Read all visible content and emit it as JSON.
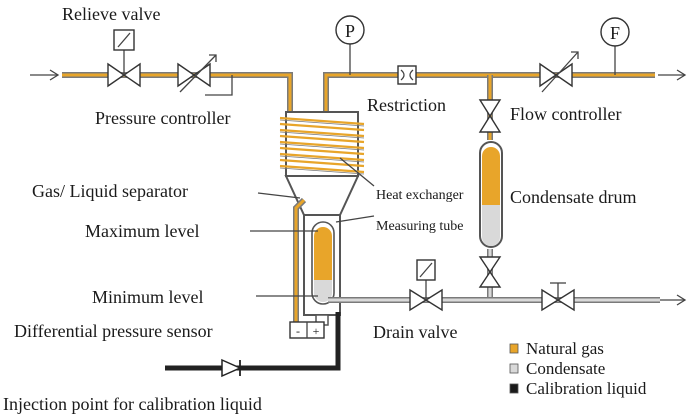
{
  "labels": {
    "relieve_valve": "Relieve valve",
    "pressure_controller": "Pressure controller",
    "restriction": "Restriction",
    "flow_controller": "Flow controller",
    "gas_liquid_separator": "Gas/ Liquid  separator",
    "heat_exchanger": "Heat exchanger",
    "maximum_level": "Maximum level",
    "measuring_tube": "Measuring tube",
    "condensate_drum": "Condensate drum",
    "minimum_level": "Minimum level",
    "differential_pressure_sensor": "Differential pressure sensor",
    "drain_valve": "Drain valve",
    "injection_point": "Injection point for calibration liquid"
  },
  "instruments": {
    "pressure_gauge": "P",
    "flow_gauge": "F"
  },
  "legend": [
    {
      "label": "Natural gas",
      "color": "#e8a52a"
    },
    {
      "label": "Condensate",
      "color": "#d9d9d9"
    },
    {
      "label": "Calibration liquid",
      "color": "#1a1a1a"
    }
  ],
  "colors": {
    "natural_gas": "#e8a52a",
    "condensate": "#d9d9d9",
    "calibration_liquid": "#1a1a1a",
    "pipe": "#7a7a7a"
  }
}
